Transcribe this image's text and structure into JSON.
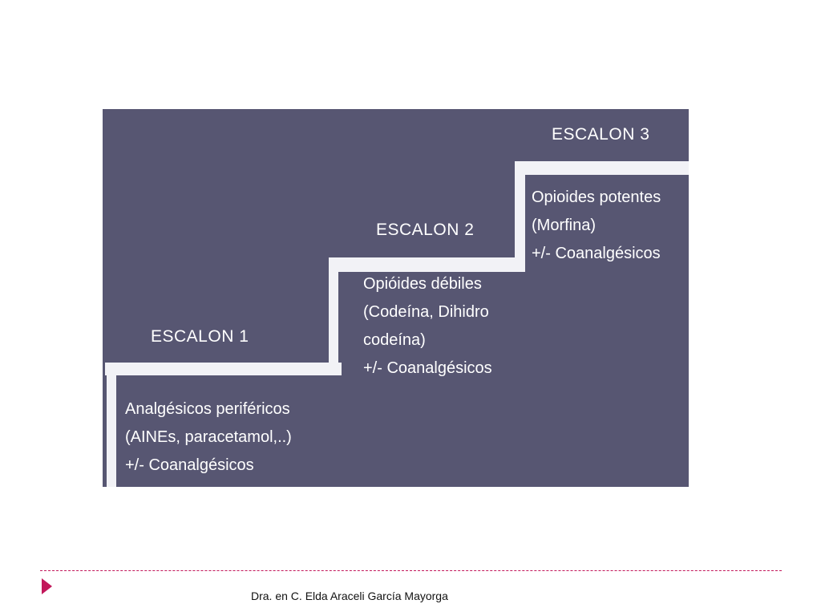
{
  "diagram": {
    "steps": [
      {
        "title": "ESCALON 1",
        "lines": [
          "Analgésicos periféricos",
          "(AINEs, paracetamol,..)",
          "+/- Coanalgésicos"
        ]
      },
      {
        "title": "ESCALON 2",
        "lines": [
          "Opióides débiles",
          "(Codeína, Dihidro",
          "codeína)",
          "+/- Coanalgésicos"
        ]
      },
      {
        "title": "ESCALON 3",
        "lines": [
          "Opioides potentes",
          "(Morfina)",
          "+/- Coanalgésicos"
        ]
      }
    ]
  },
  "footer": {
    "author": "Dra. en C. Elda Araceli García Mayorga"
  },
  "colors": {
    "panel": "#575672",
    "step_bar": "#f2f2f6",
    "accent": "#c2185b"
  }
}
